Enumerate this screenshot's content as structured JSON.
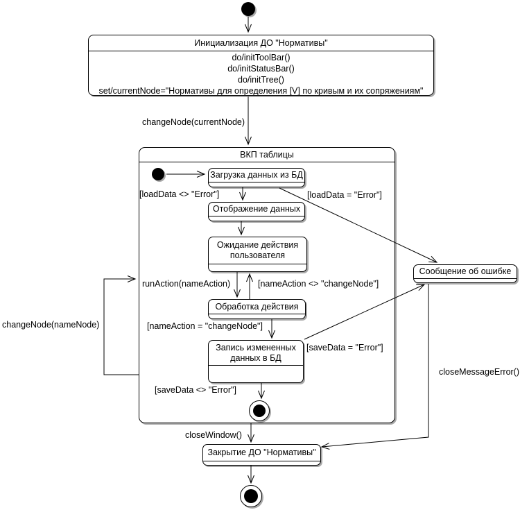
{
  "states": {
    "init": {
      "name": "Инициализация ДО \"Нормативы\"",
      "actions": [
        "do/initToolBar()",
        "do/initStatusBar()",
        "do/initTree()",
        "set/currentNode=\"Нормативы для определения [V] по кривым и их сопряжениям\""
      ]
    },
    "table_composite": {
      "name": "ВКП таблицы"
    },
    "load_data": {
      "name": "Загрузка данных из БД"
    },
    "display_data": {
      "name": "Отображение данных"
    },
    "wait_user": {
      "name": "Ожидание действия пользователя"
    },
    "process_action": {
      "name": "Обработка действия"
    },
    "save_data": {
      "name": "Запись измененных данных в БД"
    },
    "error_message": {
      "name": "Сообщение об ошибке"
    },
    "close": {
      "name": "Закрытие ДО \"Нормативы\""
    }
  },
  "transitions": {
    "change_node_current": "changeNode(currentNode)",
    "load_data_ok": "[loadData <> \"Error\"]",
    "load_data_error": "[loadData = \"Error\"]",
    "run_action": "runAction(nameAction)",
    "name_action_not_change": "[nameAction <> \"changeNode\"]",
    "name_action_change": "[nameAction = \"changeNode\"]",
    "save_data_error": "[saveData = \"Error\"]",
    "save_data_ok": "[saveData <> \"Error\"]",
    "change_node_name": "changeNode(nameNode)",
    "close_window": "closeWindow()",
    "close_message_error": "closeMessageError()"
  },
  "colors": {
    "line": "#000000",
    "fill": "#ffffff",
    "shadow": "#a9a9a9"
  }
}
